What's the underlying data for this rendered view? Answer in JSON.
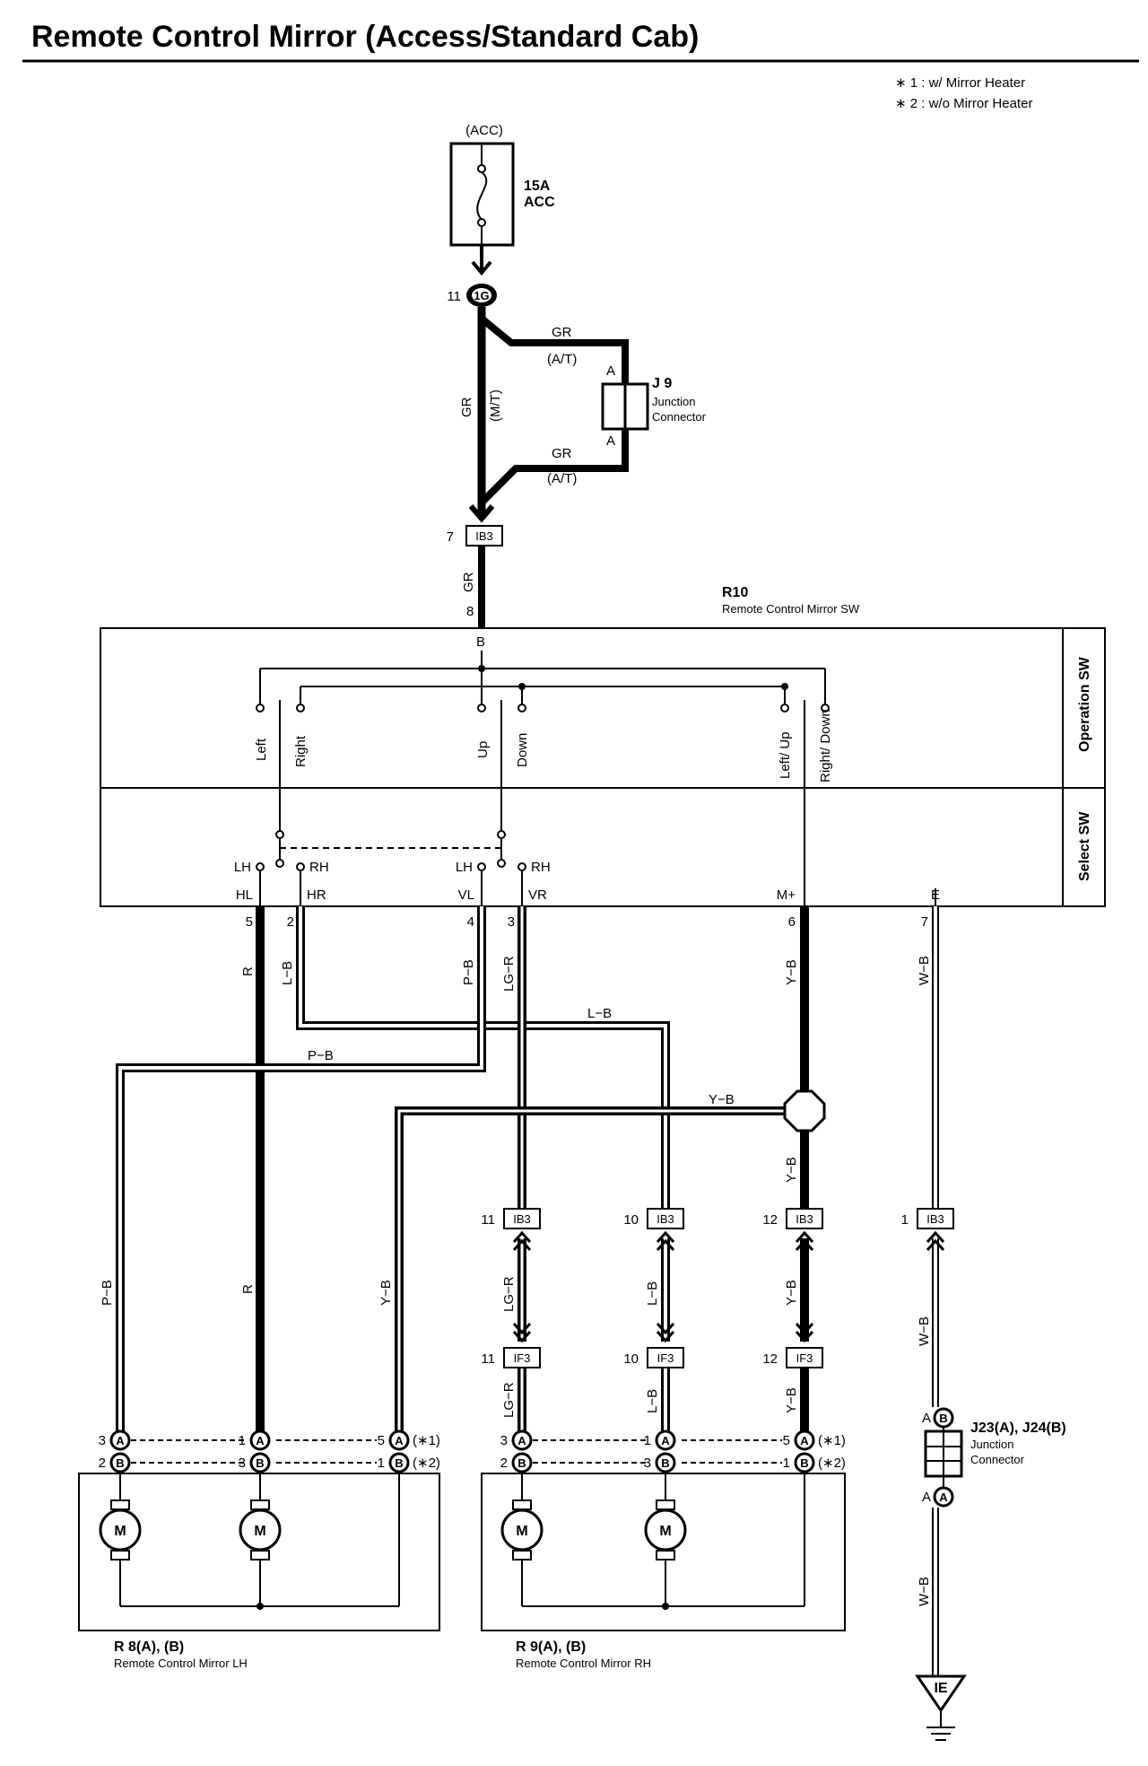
{
  "title": "Remote Control Mirror (Access/Standard Cab)",
  "notes": [
    "∗ 1 : w/ Mirror Heater",
    "∗ 2 : w/o Mirror Heater"
  ],
  "fuse": {
    "location": "(ACC)",
    "rating": "15A",
    "name": "ACC"
  },
  "connectors": {
    "c1g": {
      "pin": "11",
      "id": "1G"
    },
    "j9": {
      "id": "J 9",
      "name": [
        "Junction",
        "Connector"
      ],
      "pin": "A"
    },
    "ib3_top": {
      "pin": "7",
      "id": "IB3"
    },
    "ib3_row": [
      {
        "pin": "11",
        "id": "IB3"
      },
      {
        "pin": "10",
        "id": "IB3"
      },
      {
        "pin": "12",
        "id": "IB3"
      },
      {
        "pin": "1",
        "id": "IB3"
      }
    ],
    "if3_row": [
      {
        "pin": "11",
        "id": "IF3"
      },
      {
        "pin": "10",
        "id": "IF3"
      },
      {
        "pin": "12",
        "id": "IF3"
      }
    ],
    "j23": {
      "id": "J23(A), J24(B)",
      "name": [
        "Junction",
        "Connector"
      ],
      "pin_b": "B",
      "pin_a": "A"
    },
    "ground": "IE"
  },
  "wires": {
    "gr": "GR",
    "at": "(A/T)",
    "mt": "(M/T)",
    "r": "R",
    "lb": "L−B",
    "pb": "P−B",
    "lgr": "LG−R",
    "yb": "Y−B",
    "wb": "W−B"
  },
  "switch": {
    "id": "R10",
    "name": "Remote Control Mirror SW",
    "operation_label": "Operation SW",
    "select_label": "Select SW",
    "op_contacts": [
      "Left",
      "Right",
      "Up",
      "Down",
      "Left/ Up",
      "Right/ Down"
    ],
    "select_contacts": [
      "LH",
      "RH",
      "LH",
      "RH"
    ],
    "terminals": [
      {
        "name": "HL",
        "pin": "5"
      },
      {
        "name": "HR",
        "pin": "2"
      },
      {
        "name": "VL",
        "pin": "4"
      },
      {
        "name": "VR",
        "pin": "3"
      },
      {
        "name": "M+",
        "pin": "6"
      },
      {
        "name": "E",
        "pin": "7"
      }
    ],
    "b_pin": "8",
    "b_label": "B"
  },
  "mirrors": [
    {
      "id": "R 8(A), (B)",
      "name": "Remote Control Mirror LH",
      "pins_a": [
        "3",
        "1",
        "5"
      ],
      "pins_b": [
        "2",
        "3",
        "1"
      ],
      "letter_a": "A",
      "letter_b": "B",
      "note_a": "(∗1)",
      "note_b": "(∗2)",
      "motor": "M"
    },
    {
      "id": "R 9(A), (B)",
      "name": "Remote Control Mirror RH",
      "pins_a": [
        "3",
        "1",
        "5"
      ],
      "pins_b": [
        "2",
        "3",
        "1"
      ],
      "letter_a": "A",
      "letter_b": "B",
      "note_a": "(∗1)",
      "note_b": "(∗2)",
      "motor": "M"
    }
  ]
}
